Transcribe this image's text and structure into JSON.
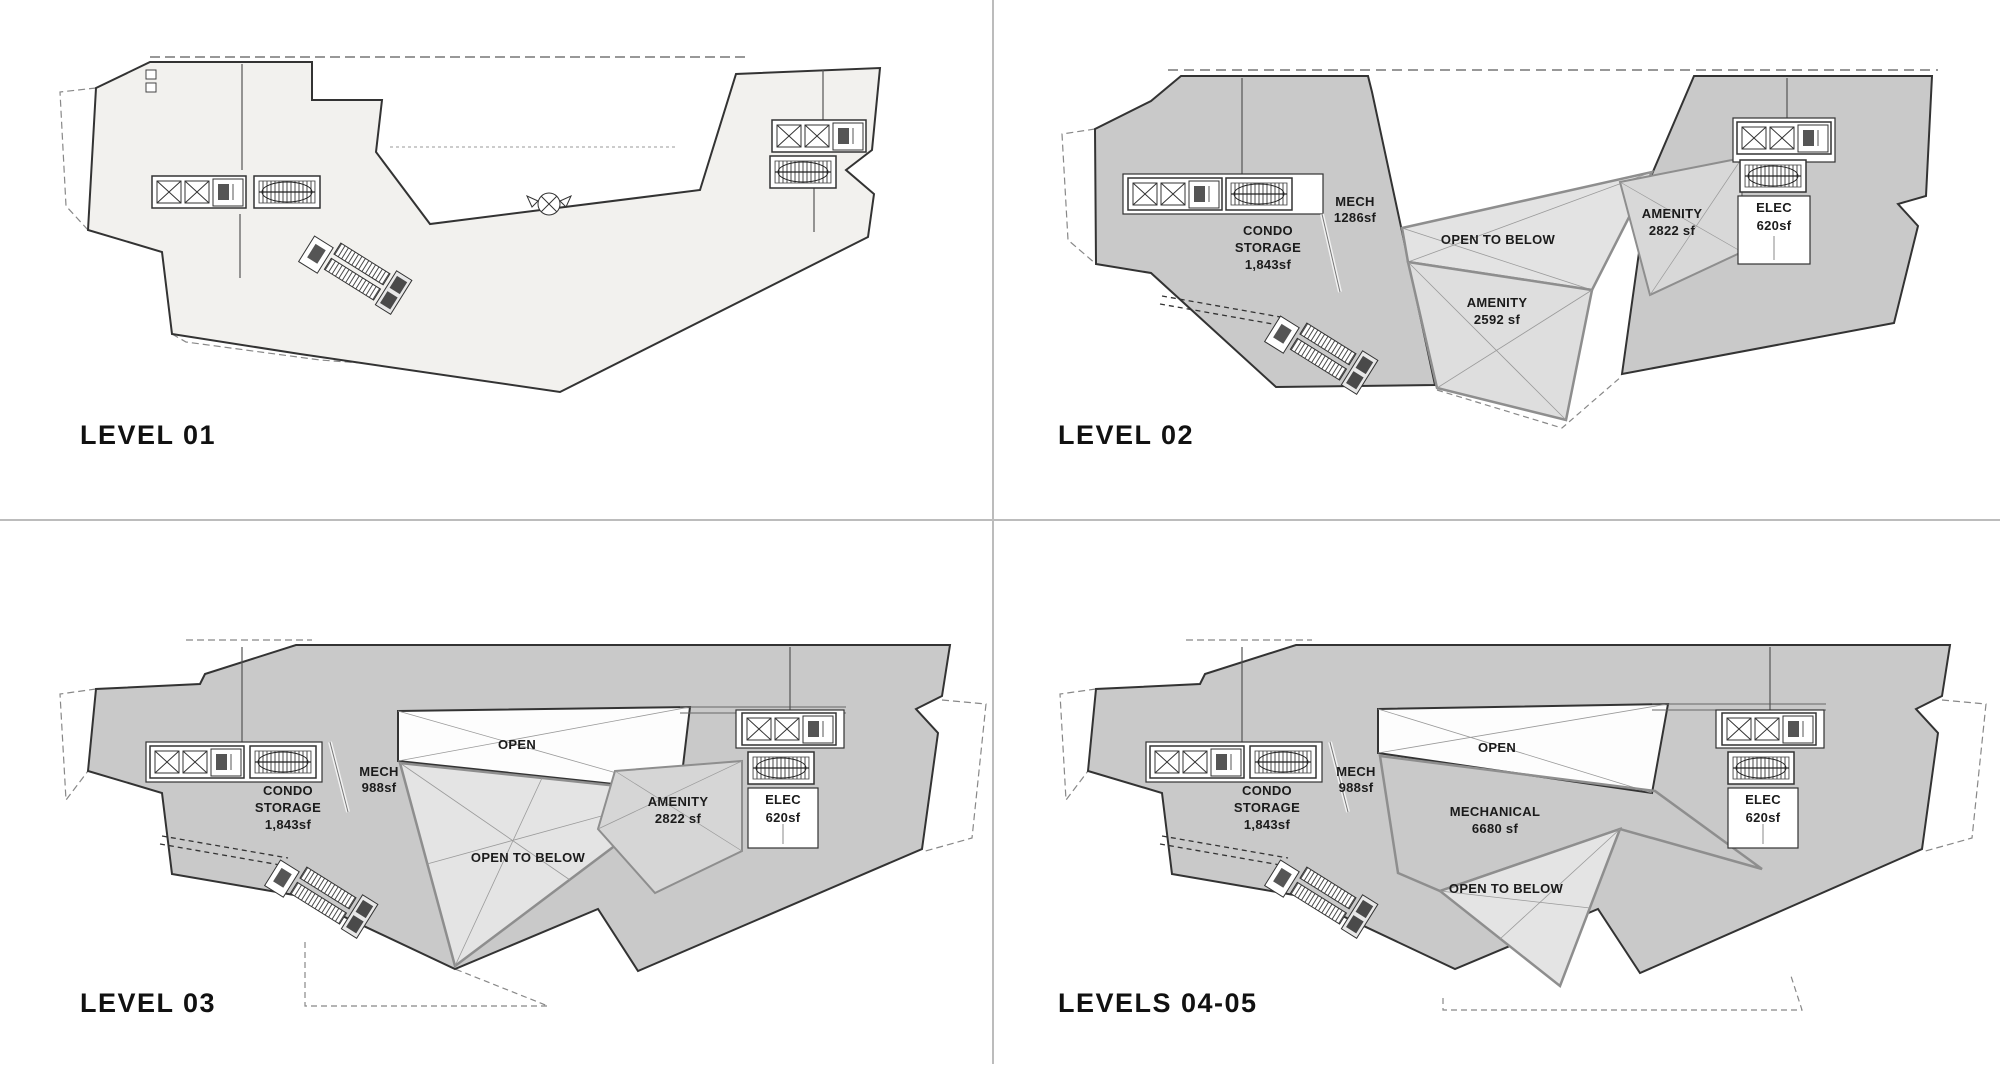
{
  "page": {
    "background": "#ffffff",
    "divider_color": "#bcbcbc"
  },
  "palette": {
    "plate_light": "#f2f1ee",
    "plate_gray": "#c9c9c9",
    "zone_open": "#fdfdfd",
    "zone_open_below": "#e3e3e3",
    "zone_amenity": "#dcdcdc",
    "outline_dark": "#333333",
    "outline_zone": "#8e8e8e"
  },
  "levels": {
    "l01": {
      "label": "LEVEL 01"
    },
    "l02": {
      "label": "LEVEL 02",
      "rooms": {
        "condo_storage": {
          "lines": [
            "CONDO",
            "STORAGE",
            "1,843sf"
          ]
        },
        "mech": {
          "lines": [
            "MECH",
            "1286sf"
          ]
        },
        "open_to_below": {
          "lines": [
            "OPEN TO BELOW"
          ]
        },
        "amenity_center": {
          "lines": [
            "AMENITY",
            "2592 sf"
          ]
        },
        "amenity_right": {
          "lines": [
            "AMENITY",
            "2822 sf"
          ]
        },
        "elec": {
          "lines": [
            "ELEC",
            "620sf"
          ]
        }
      }
    },
    "l03": {
      "label": "LEVEL 03",
      "rooms": {
        "condo_storage": {
          "lines": [
            "CONDO",
            "STORAGE",
            "1,843sf"
          ]
        },
        "mech": {
          "lines": [
            "MECH",
            "988sf"
          ]
        },
        "open": {
          "lines": [
            "OPEN"
          ]
        },
        "open_to_below": {
          "lines": [
            "OPEN TO BELOW"
          ]
        },
        "amenity_right": {
          "lines": [
            "AMENITY",
            "2822 sf"
          ]
        },
        "elec": {
          "lines": [
            "ELEC",
            "620sf"
          ]
        }
      }
    },
    "l0405": {
      "label": "LEVELS 04-05",
      "rooms": {
        "condo_storage": {
          "lines": [
            "CONDO",
            "STORAGE",
            "1,843sf"
          ]
        },
        "mech": {
          "lines": [
            "MECH",
            "988sf"
          ]
        },
        "open": {
          "lines": [
            "OPEN"
          ]
        },
        "mechanical": {
          "lines": [
            "MECHANICAL",
            "6680 sf"
          ]
        },
        "open_to_below": {
          "lines": [
            "OPEN TO BELOW"
          ]
        },
        "elec": {
          "lines": [
            "ELEC",
            "620sf"
          ]
        }
      }
    }
  }
}
